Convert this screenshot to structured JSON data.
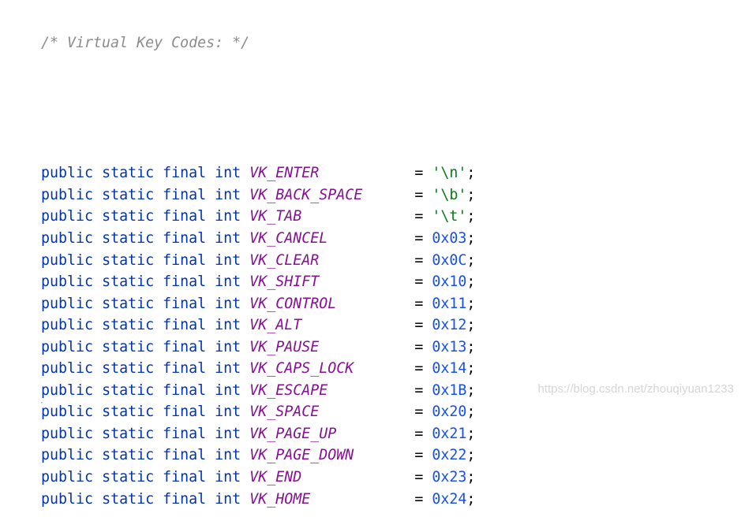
{
  "code": {
    "comment": "/* Virtual Key Codes: */",
    "keywords": {
      "public": "public",
      "static": "static",
      "final": "final",
      "int": "int"
    },
    "lines": [
      {
        "name": "VK_ENTER",
        "value": "'\\n'",
        "kind": "char"
      },
      {
        "name": "VK_BACK_SPACE",
        "value": "'\\b'",
        "kind": "char"
      },
      {
        "name": "VK_TAB",
        "value": "'\\t'",
        "kind": "char"
      },
      {
        "name": "VK_CANCEL",
        "value": "0x03",
        "kind": "num"
      },
      {
        "name": "VK_CLEAR",
        "value": "0x0C",
        "kind": "num"
      },
      {
        "name": "VK_SHIFT",
        "value": "0x10",
        "kind": "num"
      },
      {
        "name": "VK_CONTROL",
        "value": "0x11",
        "kind": "num"
      },
      {
        "name": "VK_ALT",
        "value": "0x12",
        "kind": "num"
      },
      {
        "name": "VK_PAUSE",
        "value": "0x13",
        "kind": "num"
      },
      {
        "name": "VK_CAPS_LOCK",
        "value": "0x14",
        "kind": "num"
      },
      {
        "name": "VK_ESCAPE",
        "value": "0x1B",
        "kind": "num"
      },
      {
        "name": "VK_SPACE",
        "value": "0x20",
        "kind": "num"
      },
      {
        "name": "VK_PAGE_UP",
        "value": "0x21",
        "kind": "num"
      },
      {
        "name": "VK_PAGE_DOWN",
        "value": "0x22",
        "kind": "num"
      },
      {
        "name": "VK_END",
        "value": "0x23",
        "kind": "num"
      },
      {
        "name": "VK_HOME",
        "value": "0x24",
        "kind": "num"
      }
    ]
  },
  "watermark": "https://blog.csdn.net/zhouqiyuan1233",
  "colors": {
    "keyword": "#0033b3",
    "constant": "#871094",
    "char_literal": "#067d17",
    "number": "#1750eb",
    "comment": "#8c8c8c"
  }
}
